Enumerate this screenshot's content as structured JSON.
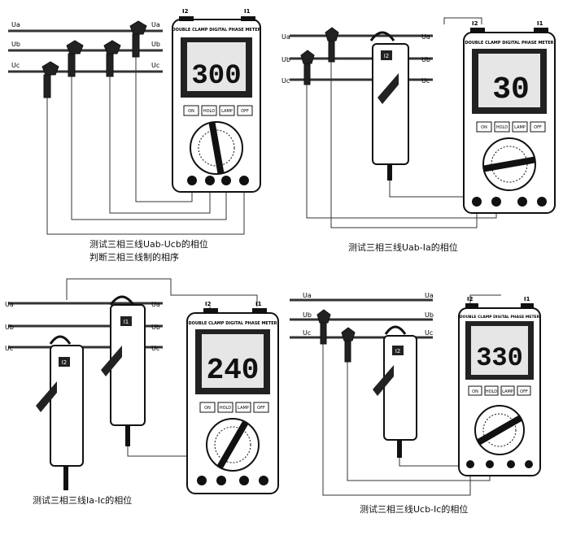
{
  "meter": {
    "title": "DOUBLE CLAMP DIGITAL PHASE METER",
    "port_i1": "I1",
    "port_i2": "I2",
    "buttons": [
      "ON",
      "HOLD",
      "LAMP",
      "OFF"
    ]
  },
  "lines": {
    "ua": "Ua",
    "ub": "Ub",
    "uc": "Uc"
  },
  "clamp_label_i1": "I1",
  "clamp_label_i2": "I2",
  "panels": [
    {
      "reading": "300",
      "caption_lines": [
        "测试三相三线Uab-Ucb的相位",
        "判断三相三线制的相序"
      ]
    },
    {
      "reading": "30",
      "caption_lines": [
        "测试三相三线Uab-Ia的相位"
      ]
    },
    {
      "reading": "240",
      "caption_lines": [
        "测试三相三线Ia-Ic的相位"
      ]
    },
    {
      "reading": "330",
      "caption_lines": [
        "测试三相三线Ucb-Ic的相位"
      ]
    }
  ]
}
